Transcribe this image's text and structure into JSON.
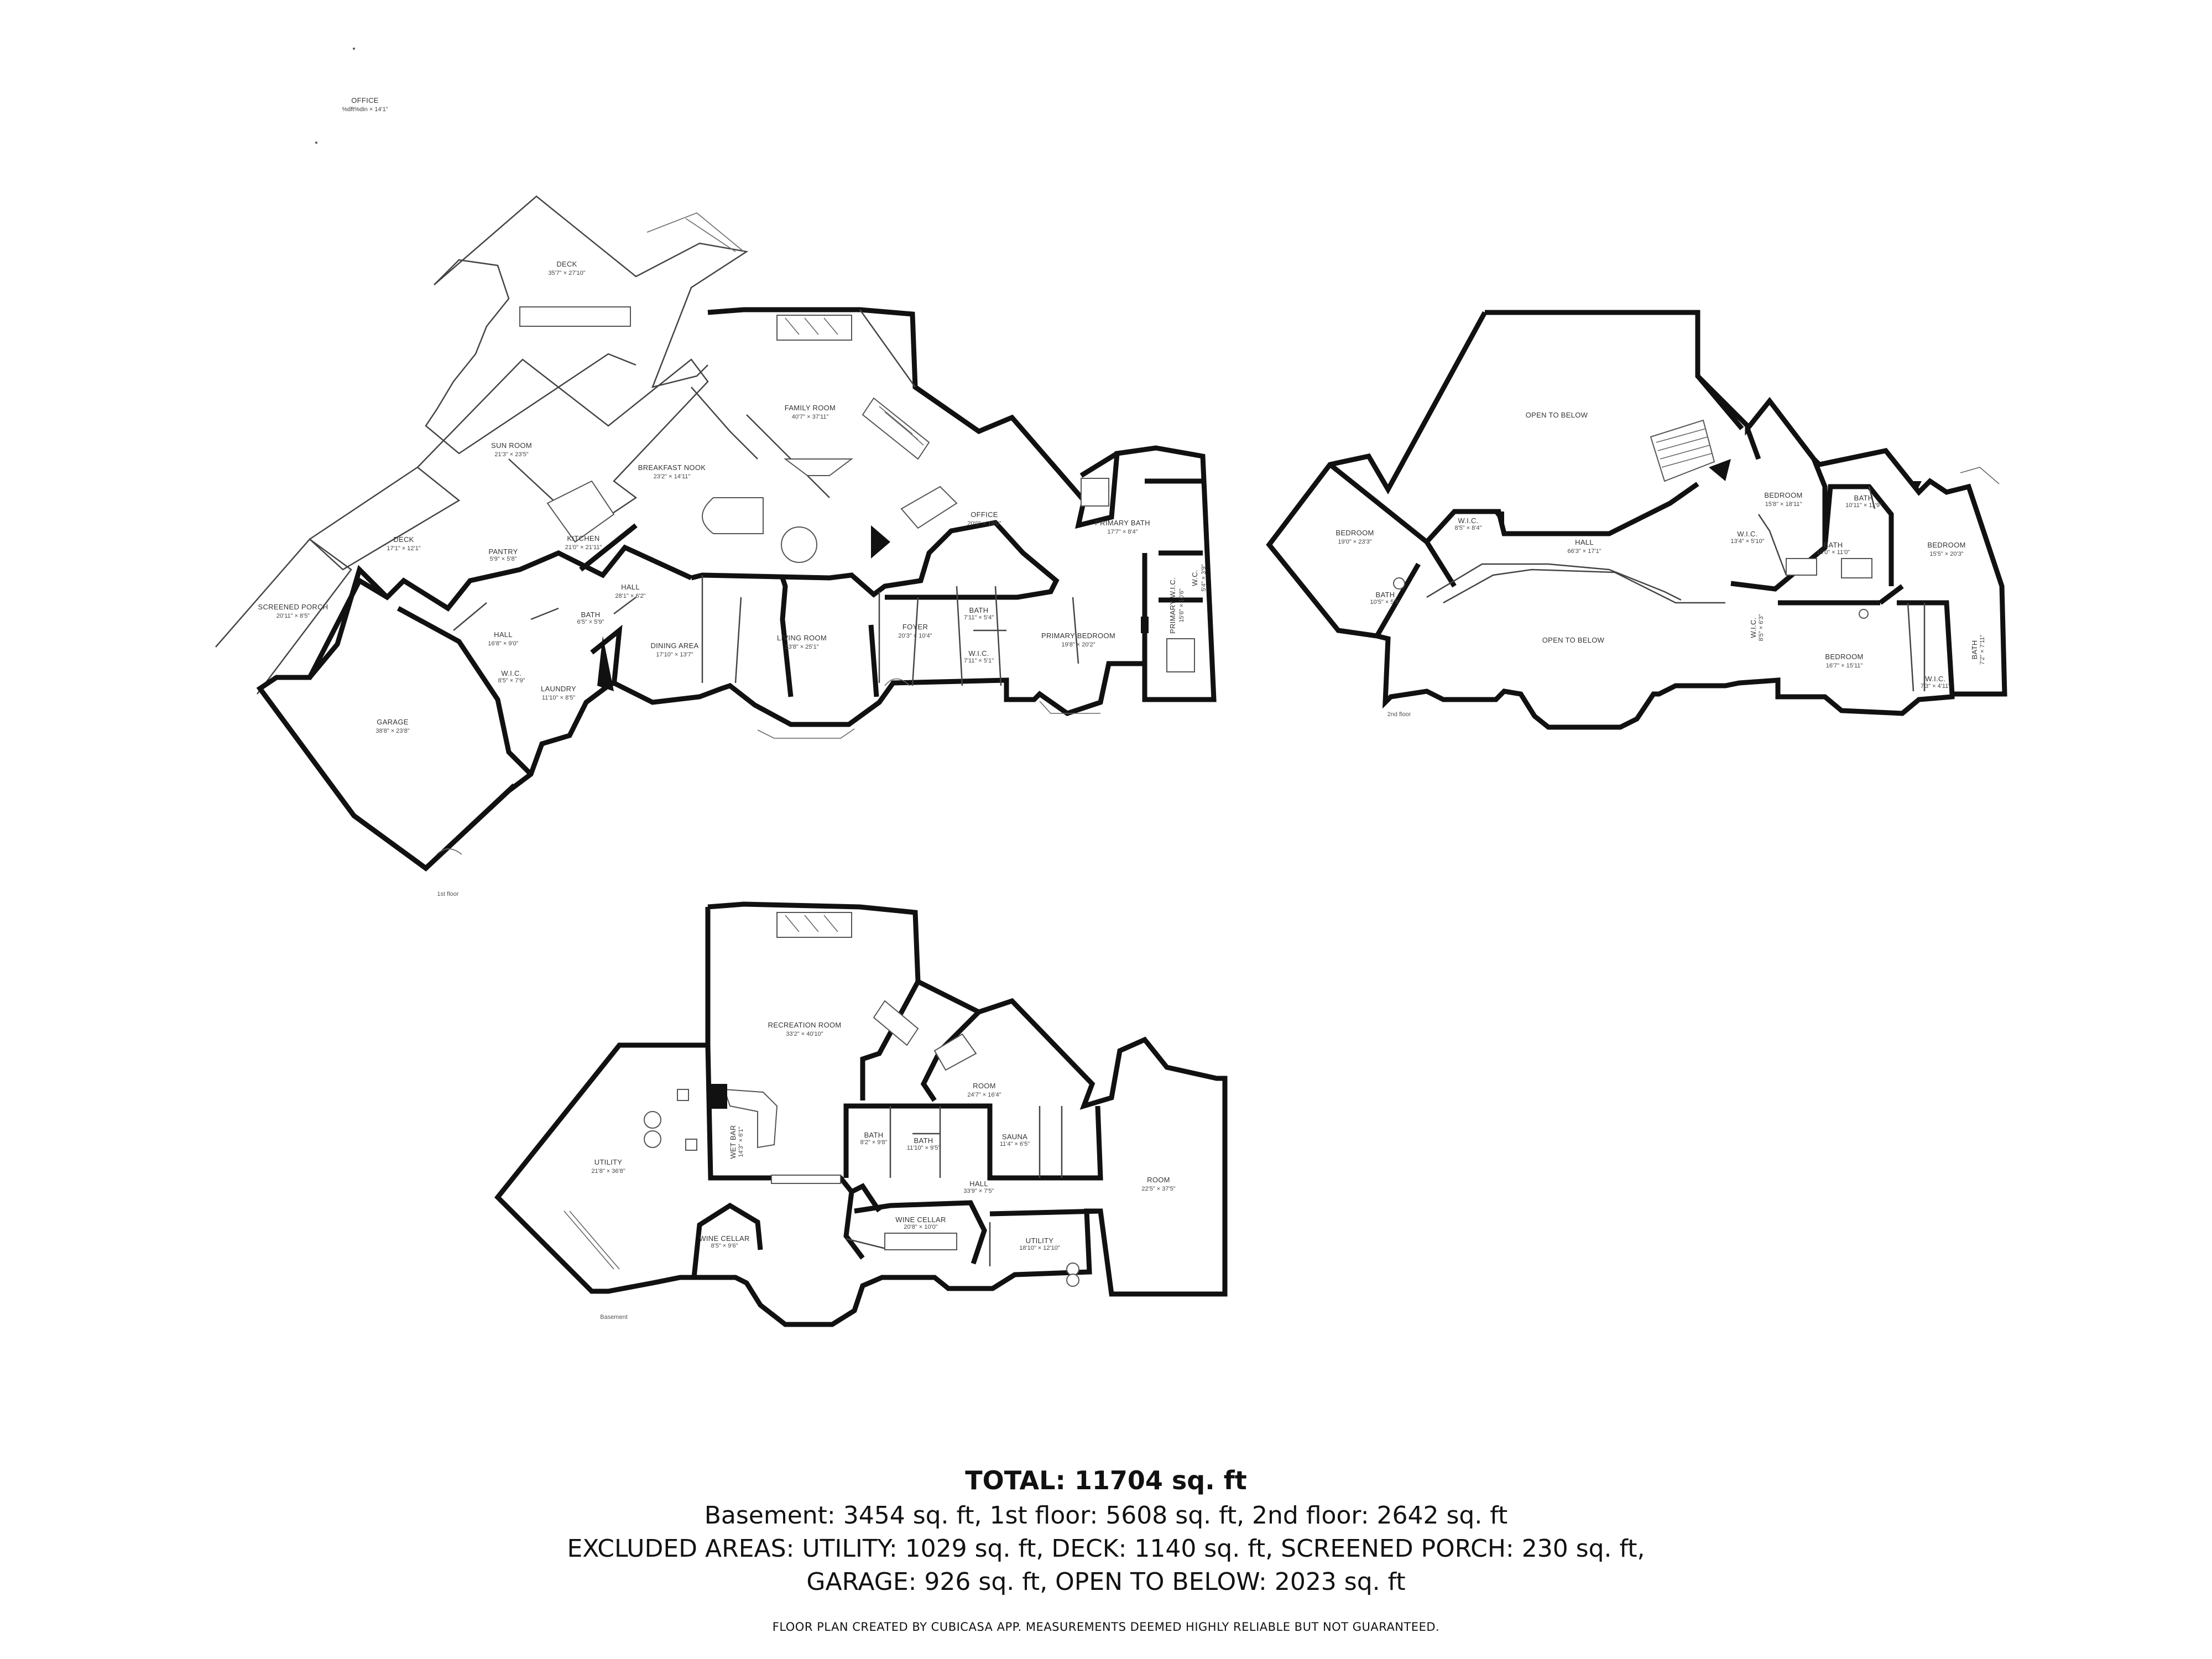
{
  "floors": {
    "first": {
      "label": "1st floor",
      "rooms": {
        "office_top": {
          "name": "OFFICE",
          "dim": "%dft%din × 14'1\""
        },
        "deck": {
          "name": "DECK",
          "dim": "35'7\" × 27'10\""
        },
        "sun_room": {
          "name": "SUN ROOM",
          "dim": "21'3\" × 23'5\""
        },
        "family_room": {
          "name": "FAMILY ROOM",
          "dim": "40'7\" × 37'11\""
        },
        "breakfast_nook": {
          "name": "BREAKFAST NOOK",
          "dim": "23'2\" × 14'11\""
        },
        "office": {
          "name": "OFFICE",
          "dim": "20'0\" × 19'0\""
        },
        "primary_bath": {
          "name": "PRIMARY BATH",
          "dim": "17'7\" × 8'4\""
        },
        "kitchen": {
          "name": "KITCHEN",
          "dim": "21'0\" × 21'11\""
        },
        "pantry": {
          "name": "PANTRY",
          "dim": "5'9\" × 5'8\""
        },
        "deck2": {
          "name": "DECK",
          "dim": "17'1\" × 12'1\""
        },
        "screened_porch": {
          "name": "SCREENED PORCH",
          "dim": "20'11\" × 8'5\""
        },
        "hall1": {
          "name": "HALL",
          "dim": "28'1\" × 6'2\""
        },
        "hall2": {
          "name": "HALL",
          "dim": "16'8\" × 9'0\""
        },
        "bath1": {
          "name": "BATH",
          "dim": "6'5\" × 5'9\""
        },
        "wic1": {
          "name": "W.I.C.",
          "dim": "8'5\" × 7'9\""
        },
        "laundry": {
          "name": "LAUNDRY",
          "dim": "11'10\" × 8'5\""
        },
        "dining_area": {
          "name": "DINING AREA",
          "dim": "17'10\" × 13'7\""
        },
        "living_room": {
          "name": "LIVING ROOM",
          "dim": "23'8\" × 25'1\""
        },
        "foyer": {
          "name": "FOYER",
          "dim": "20'3\" × 10'4\""
        },
        "bath2": {
          "name": "BATH",
          "dim": "7'11\" × 5'4\""
        },
        "wic2": {
          "name": "W.I.C.",
          "dim": "7'11\" × 5'1\""
        },
        "primary_bedroom": {
          "name": "PRIMARY BEDROOM",
          "dim": "19'8\" × 20'2\""
        },
        "primary_wic": {
          "name": "PRIMARY W.I.C.",
          "dim": "15'6\" × 10'6\""
        },
        "wc": {
          "name": "W.C.",
          "dim": "5'4\" × 3'9\""
        },
        "garage": {
          "name": "GARAGE",
          "dim": "38'8\" × 23'8\""
        }
      }
    },
    "second": {
      "label": "2nd floor",
      "rooms": {
        "open_below_top": {
          "name": "OPEN TO BELOW",
          "dim": ""
        },
        "bedroom_left": {
          "name": "BEDROOM",
          "dim": "19'0\" × 23'3\""
        },
        "wic_left": {
          "name": "W.I.C.",
          "dim": "8'5\" × 8'4\""
        },
        "bath_left": {
          "name": "BATH",
          "dim": "10'5\" × 5'9\""
        },
        "hall": {
          "name": "HALL",
          "dim": "66'3\" × 17'1\""
        },
        "open_below_bottom": {
          "name": "OPEN TO BELOW",
          "dim": ""
        },
        "bedroom_mid": {
          "name": "BEDROOM",
          "dim": "15'8\" × 18'11\""
        },
        "wic_mid": {
          "name": "W.I.C.",
          "dim": "13'4\" × 5'10\""
        },
        "bath_mid": {
          "name": "BATH",
          "dim": "10'0\" × 11'0\""
        },
        "bath_right": {
          "name": "BATH",
          "dim": "10'11\" × 11'9\""
        },
        "bedroom_right": {
          "name": "BEDROOM",
          "dim": "15'5\" × 20'3\""
        },
        "wic_low": {
          "name": "W.I.C.",
          "dim": "8'5\" × 6'3\""
        },
        "bedroom_low": {
          "name": "BEDROOM",
          "dim": "16'7\" × 15'11\""
        },
        "wic_low2": {
          "name": "W.I.C.",
          "dim": "7'3\" × 4'11\""
        },
        "bath_low": {
          "name": "BATH",
          "dim": "7'2\" × 7'11\""
        }
      }
    },
    "basement": {
      "label": "Basement",
      "rooms": {
        "recreation_room": {
          "name": "RECREATION ROOM",
          "dim": "33'2\" × 40'10\""
        },
        "room": {
          "name": "ROOM",
          "dim": "24'7\" × 16'4\""
        },
        "utility_left": {
          "name": "UTILITY",
          "dim": "21'8\" × 36'8\""
        },
        "bath1": {
          "name": "BATH",
          "dim": "8'2\" × 9'8\""
        },
        "bath2": {
          "name": "BATH",
          "dim": "11'10\" × 9'5\""
        },
        "sauna": {
          "name": "SAUNA",
          "dim": "11'4\" × 6'5\""
        },
        "wet_bar": {
          "name": "WET BAR",
          "dim": "14'3\" × 6'1\""
        },
        "hall": {
          "name": "HALL",
          "dim": "33'9\" × 7'5\""
        },
        "room_right": {
          "name": "ROOM",
          "dim": "22'5\" × 37'5\""
        },
        "wine_cellar_small": {
          "name": "WINE CELLAR",
          "dim": "8'5\" × 9'6\""
        },
        "wine_cellar": {
          "name": "WINE CELLAR",
          "dim": "20'8\" × 10'0\""
        },
        "utility_right": {
          "name": "UTILITY",
          "dim": "18'10\" × 12'10\""
        }
      }
    }
  },
  "summary": {
    "total": "TOTAL: 11704 sq. ft",
    "line1": "Basement: 3454 sq. ft, 1st floor: 5608 sq. ft, 2nd floor: 2642 sq. ft",
    "line2": "EXCLUDED AREAS: UTILITY: 1029 sq. ft, DECK: 1140 sq. ft, SCREENED PORCH: 230 sq. ft,",
    "line3": "GARAGE: 926 sq. ft, OPEN TO BELOW: 2023 sq. ft",
    "disclaimer": "FLOOR PLAN CREATED BY CUBICASA APP. MEASUREMENTS DEEMED HIGHLY RELIABLE BUT NOT GUARANTEED."
  }
}
